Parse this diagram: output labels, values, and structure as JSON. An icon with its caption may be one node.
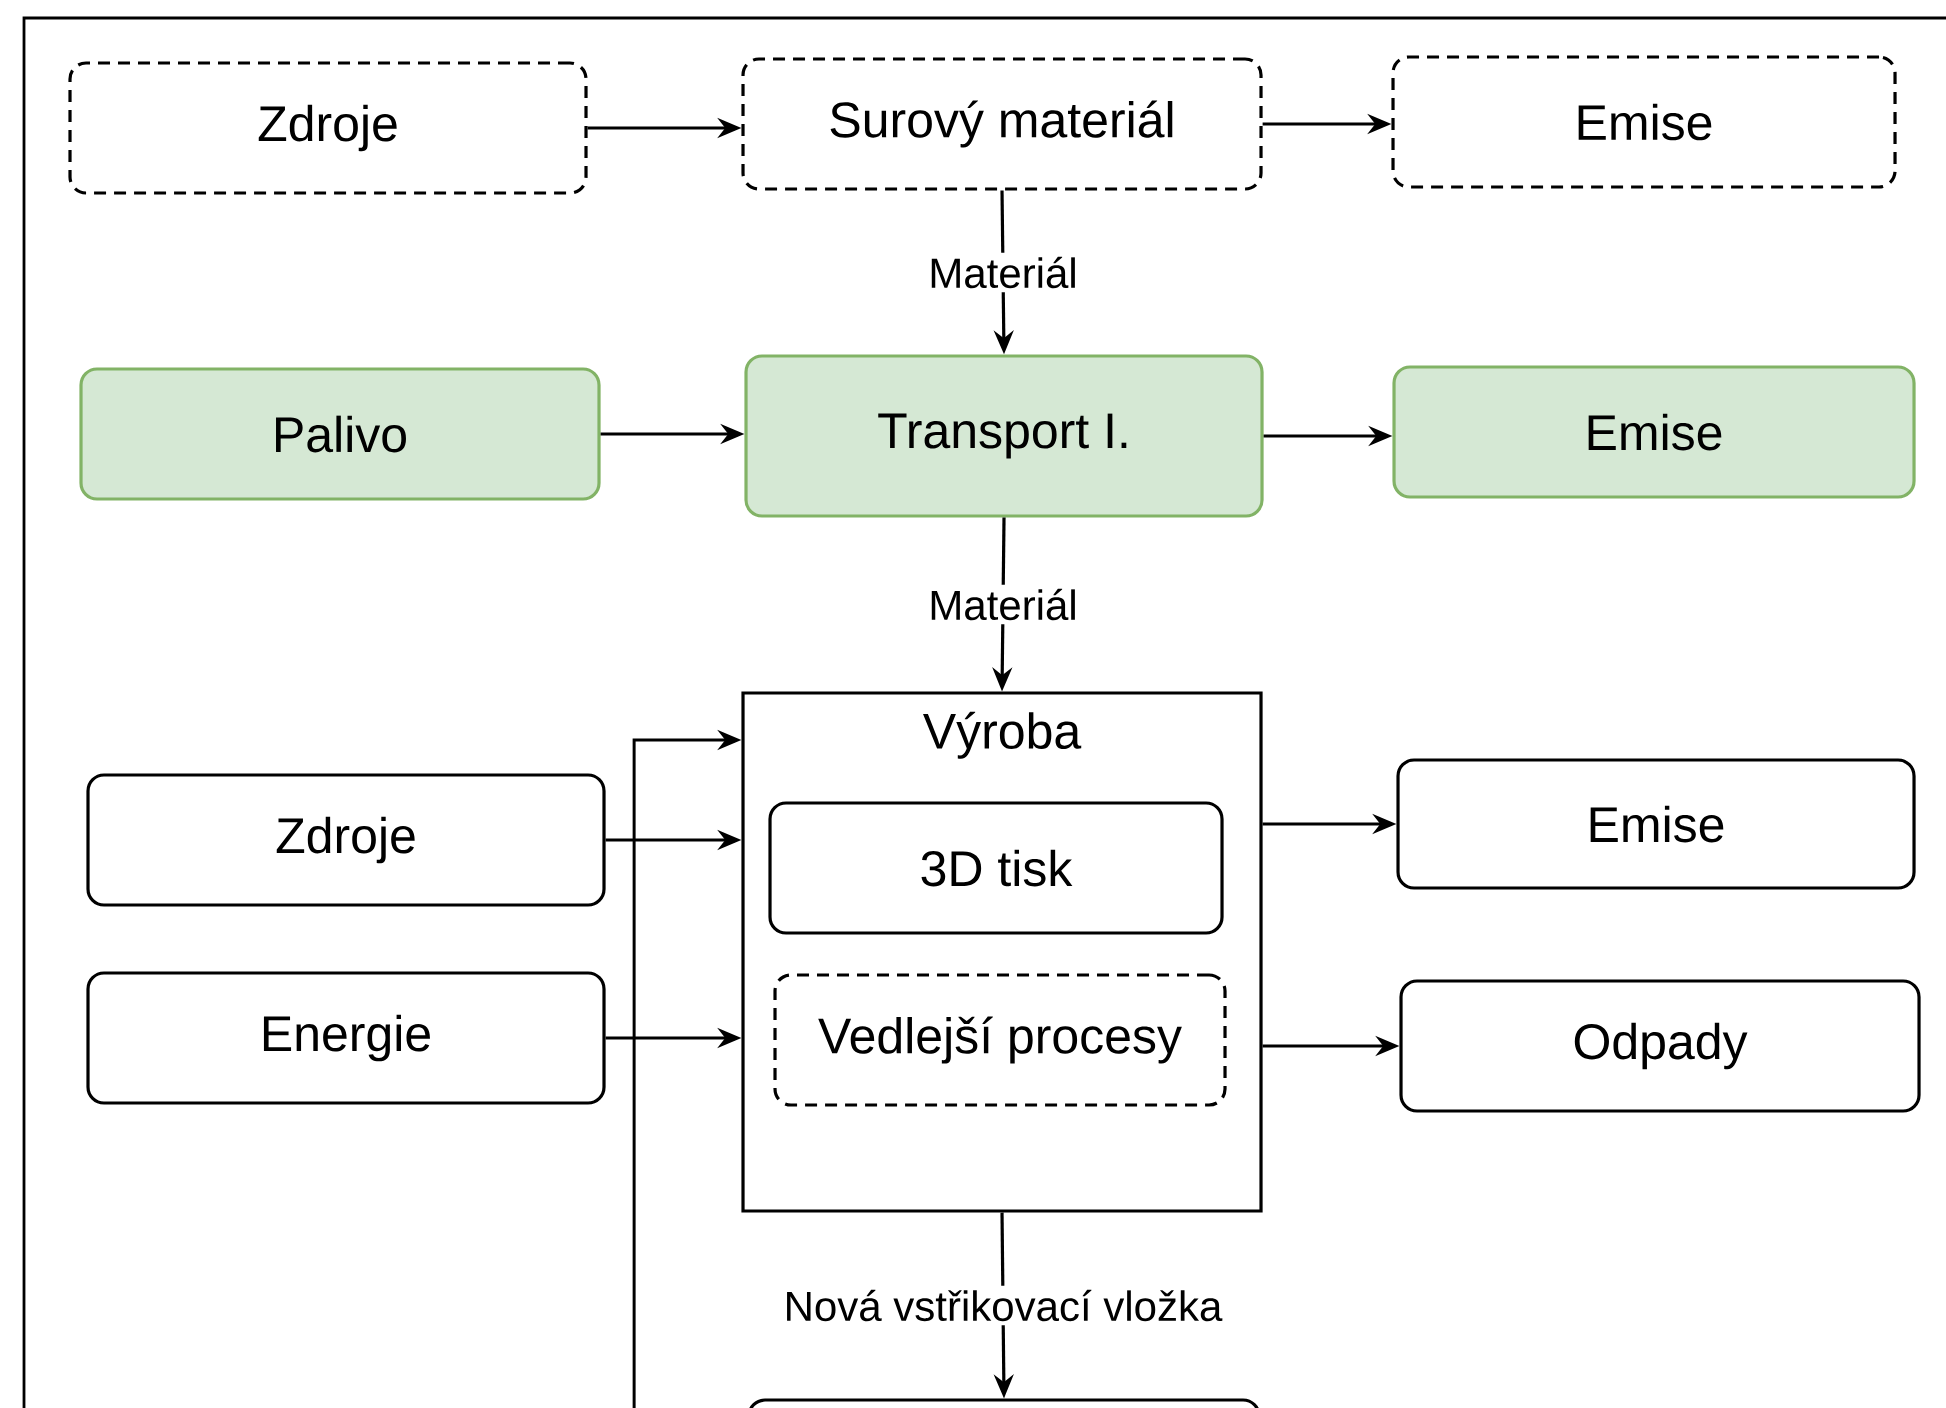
{
  "diagram": {
    "nodes": [
      {
        "text": [
          "Zdroje"
        ]
      },
      {
        "text": [
          "Surový materiál"
        ]
      },
      {
        "text": [
          "Emise"
        ]
      },
      {
        "text": [
          "Palivo"
        ]
      },
      {
        "text": [
          "Transport I."
        ]
      },
      {
        "text": [
          "Emise"
        ]
      },
      {
        "text": [
          "Výroba"
        ]
      },
      {
        "text": [
          "3D tisk"
        ],
        "in": 6
      },
      {
        "text": [
          "Vedlejší procesy"
        ],
        "in": 6
      },
      {
        "text": [
          "Zdroje"
        ]
      },
      {
        "text": [
          "Energie"
        ]
      },
      {
        "text": [
          "Emise"
        ]
      },
      {
        "text": [
          "Odpady"
        ]
      },
      {
        "text": [],
        "shape": "box"
      }
    ],
    "edges": [
      {
        "from": 0,
        "to": 1,
        "arrow": "to"
      },
      {
        "from": 1,
        "to": 2,
        "arrow": "to"
      },
      {
        "from": 1,
        "to": 4,
        "arrow": "to",
        "label": "Materiál"
      },
      {
        "from": 3,
        "to": 4,
        "arrow": "to"
      },
      {
        "from": 4,
        "to": 5,
        "arrow": "to"
      },
      {
        "from": 4,
        "to": 6,
        "arrow": "to",
        "label": "Materiál"
      },
      {
        "from": 9,
        "to": 6,
        "arrow": "to"
      },
      {
        "from": 10,
        "to": 6,
        "arrow": "to"
      },
      {
        "from": 6,
        "to": 11,
        "arrow": "to"
      },
      {
        "from": 6,
        "to": 12,
        "arrow": "to"
      },
      {
        "from": 6,
        "to": 13,
        "arrow": "to",
        "label": "Nová vstřikovací vložka"
      },
      {
        "from": null,
        "to": 6,
        "arrow": "to"
      }
    ]
  }
}
